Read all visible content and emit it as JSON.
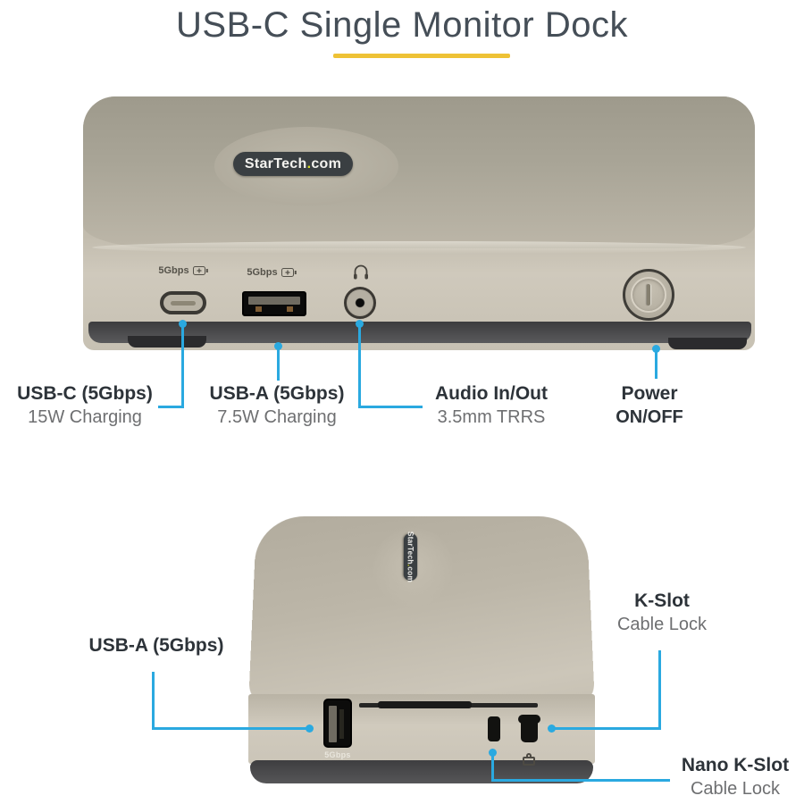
{
  "title": "USB-C Single Monitor Dock",
  "colors": {
    "callout_blue": "#2aa9e0",
    "underline_yellow": "#eec235",
    "logo_dot_yellow": "#d9e021",
    "title_color": "#454e57"
  },
  "brand": {
    "pre": "StarTech",
    "dot": ".",
    "post": "com"
  },
  "icons": {
    "audio_port": "headphones-icon",
    "charging": "battery-charging-icon",
    "cable_lock": "padlock-icon",
    "power": "power-symbol"
  },
  "front_view": {
    "usb_c_marking": "5Gbps",
    "usb_a_marking": "5Gbps",
    "callouts": [
      {
        "label": "USB-C (5Gbps)",
        "sub": "15W Charging"
      },
      {
        "label": "USB-A (5Gbps)",
        "sub": "7.5W Charging"
      },
      {
        "label": "Audio In/Out",
        "sub": "3.5mm TRRS"
      },
      {
        "label": "Power",
        "sub": "ON/OFF"
      }
    ]
  },
  "rear_view": {
    "usb_a_marking": "5Gbps",
    "callouts": [
      {
        "label": "USB-A (5Gbps)"
      },
      {
        "label": "K-Slot",
        "sub": "Cable Lock"
      },
      {
        "label": "Nano K-Slot",
        "sub": "Cable Lock"
      }
    ]
  }
}
